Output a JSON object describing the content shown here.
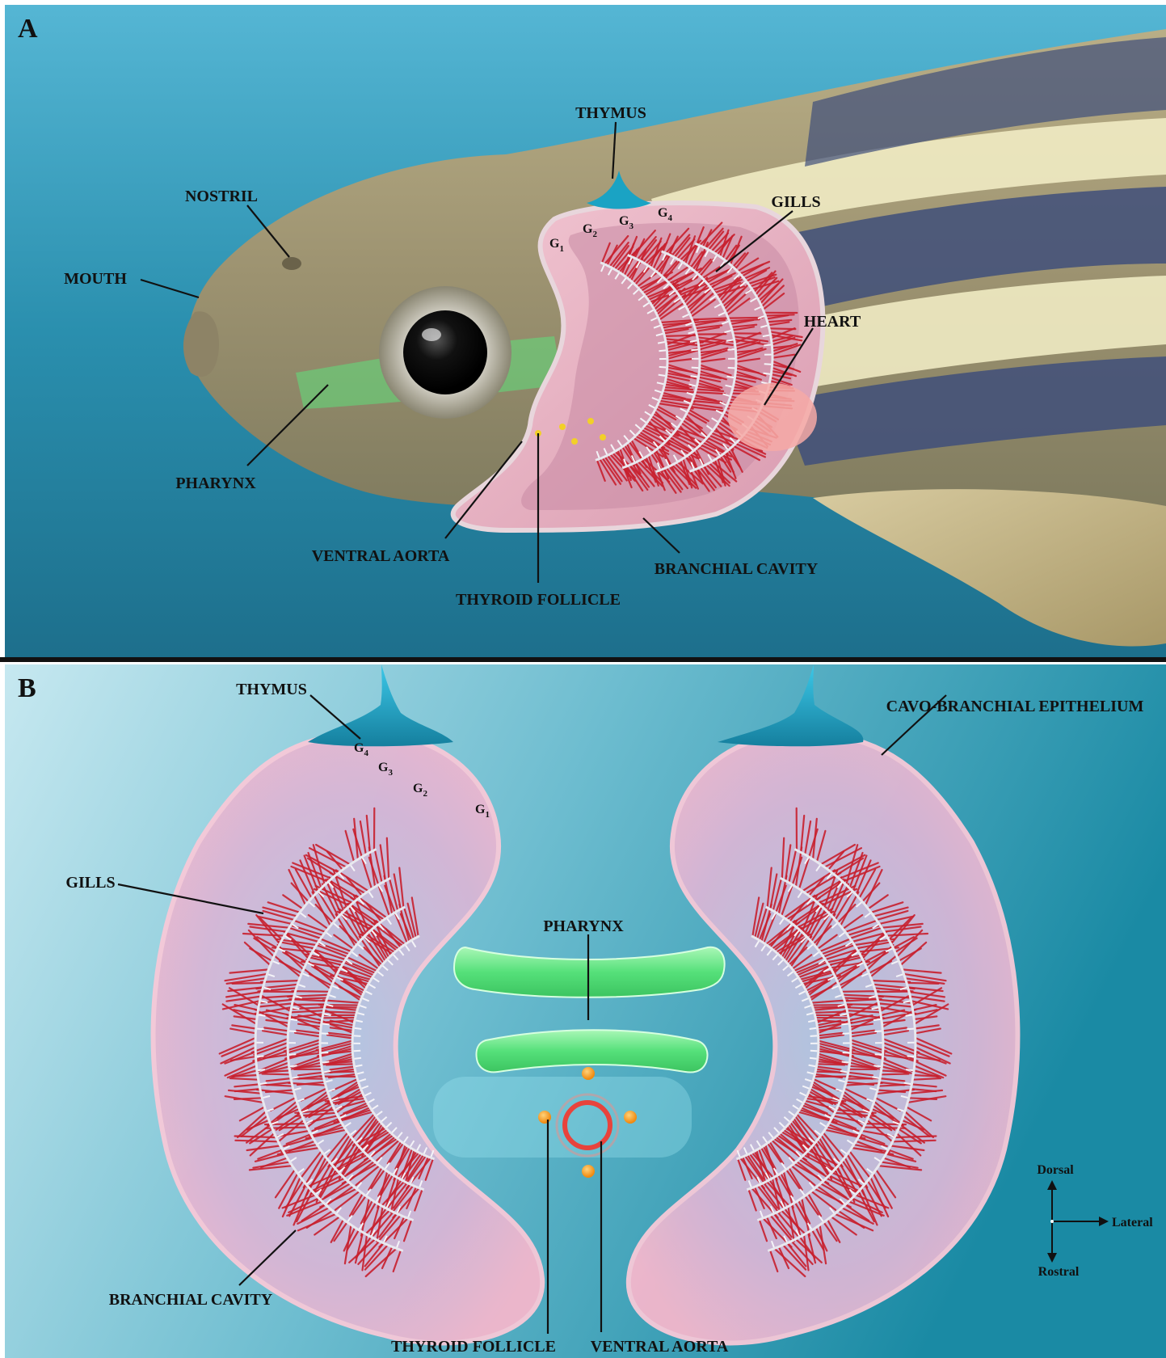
{
  "panel_a": {
    "letter": "A",
    "labels": {
      "thymus": "THYMUS",
      "nostril": "NOSTRIL",
      "gills": "GILLS",
      "mouth": "MOUTH",
      "heart": "HEART",
      "pharynx": "PHARYNX",
      "ventral_aorta": "VENTRAL AORTA",
      "branchial_cavity": "BRANCHIAL CAVITY",
      "thyroid_follicle": "THYROID FOLLICLE"
    },
    "gill_arches": [
      {
        "letter": "G",
        "sub": "1"
      },
      {
        "letter": "G",
        "sub": "2"
      },
      {
        "letter": "G",
        "sub": "3"
      },
      {
        "letter": "G",
        "sub": "4"
      }
    ]
  },
  "panel_b": {
    "letter": "B",
    "labels": {
      "thymus": "THYMUS",
      "cavo_branchial_epithelium": "CAVO-BRANCHIAL EPITHELIUM",
      "gills": "GILLS",
      "pharynx": "PHARYNX",
      "branchial_cavity": "BRANCHIAL CAVITY",
      "thyroid_follicle": "THYROID FOLLICLE",
      "ventral_aorta": "VENTRAL AORTA"
    },
    "gill_arches": [
      {
        "letter": "G",
        "sub": "4"
      },
      {
        "letter": "G",
        "sub": "3"
      },
      {
        "letter": "G",
        "sub": "2"
      },
      {
        "letter": "G",
        "sub": "1"
      }
    ],
    "orientation": {
      "dorsal": "Dorsal",
      "lateral": "Lateral",
      "rostral": "Rostral"
    }
  },
  "colors": {
    "water_a": "#2a8fae",
    "water_b": "#5fb3c8",
    "gill_red": "#c8202e",
    "cavity_pink": "#f3b7cc",
    "thymus_blue": "#1aa3c4",
    "pharynx_green": "#5ee07c",
    "thyroid_orange": "#f4a020",
    "aorta_red": "#e8433c"
  }
}
